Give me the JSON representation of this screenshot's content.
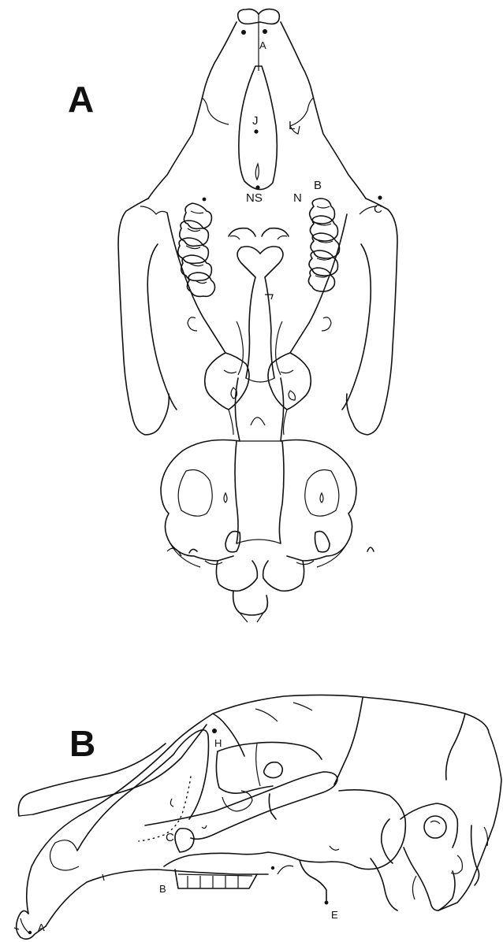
{
  "figure": {
    "skull_ventral": {
      "panel_label": "A",
      "landmarks": {
        "a": "A",
        "j": "J",
        "l": "L",
        "ns": "NS",
        "n": "N",
        "b": "B",
        "c": "C"
      }
    },
    "skull_lateral": {
      "panel_label": "B",
      "landmarks": {
        "h": "H",
        "c": "C",
        "b": "B",
        "e": "E",
        "a": "A"
      }
    }
  }
}
